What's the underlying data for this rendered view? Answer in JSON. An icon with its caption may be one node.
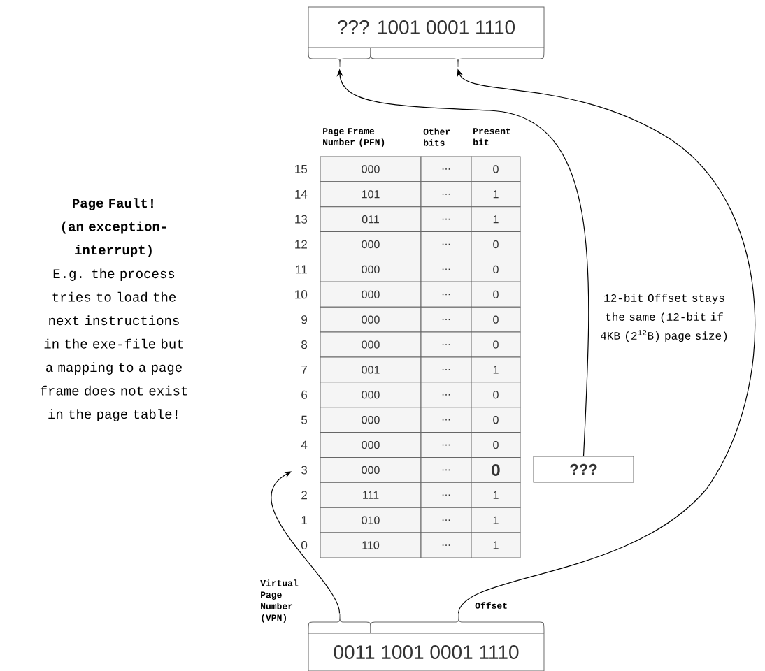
{
  "diagram": {
    "nodes": [
      {
        "text": [
          "??? 1001 0001 1110"
        ]
      },
      {
        "text": [
          "3"
        ]
      },
      {
        "text": [
          "???"
        ]
      },
      {
        "text": [
          "0011 1001 0001 1110"
        ],
        "beside": [
          "Virtual Page Number (VPN)",
          "Offset"
        ]
      }
    ],
    "edges": [
      {
        "from": 3,
        "to": 1,
        "arrow": "to"
      },
      {
        "from": 2,
        "to": 0,
        "arrow": "to"
      },
      {
        "from": 3,
        "to": 0,
        "arrow": "to"
      }
    ],
    "labels": [
      "Page Frame Number (PFN)",
      "Other bits",
      "Present bit",
      "15",
      "000",
      "...",
      "0",
      "14",
      "101",
      "...",
      "1",
      "13",
      "011",
      "...",
      "1",
      "12",
      "000",
      "...",
      "0",
      "11",
      "000",
      "...",
      "0",
      "10",
      "000",
      "...",
      "0",
      "9",
      "000",
      "...",
      "0",
      "8",
      "000",
      "...",
      "0",
      "7",
      "001",
      "...",
      "1",
      "6",
      "000",
      "...",
      "0",
      "5",
      "000",
      "...",
      "0",
      "4",
      "000",
      "...",
      "0",
      "000",
      "...",
      "0",
      "2",
      "111",
      "...",
      "1",
      "1",
      "010",
      "...",
      "1",
      "0",
      "110",
      "...",
      "1",
      "Page Fault! (an exception-interrupt)",
      "E.g. the process tries to load the next instructions in the exe-file but a mapping to a page frame does not exist in the page table!",
      "12-bit Offset stays the same (12-bit if 4KB (2$^{12}$B) page size)"
    ]
  }
}
